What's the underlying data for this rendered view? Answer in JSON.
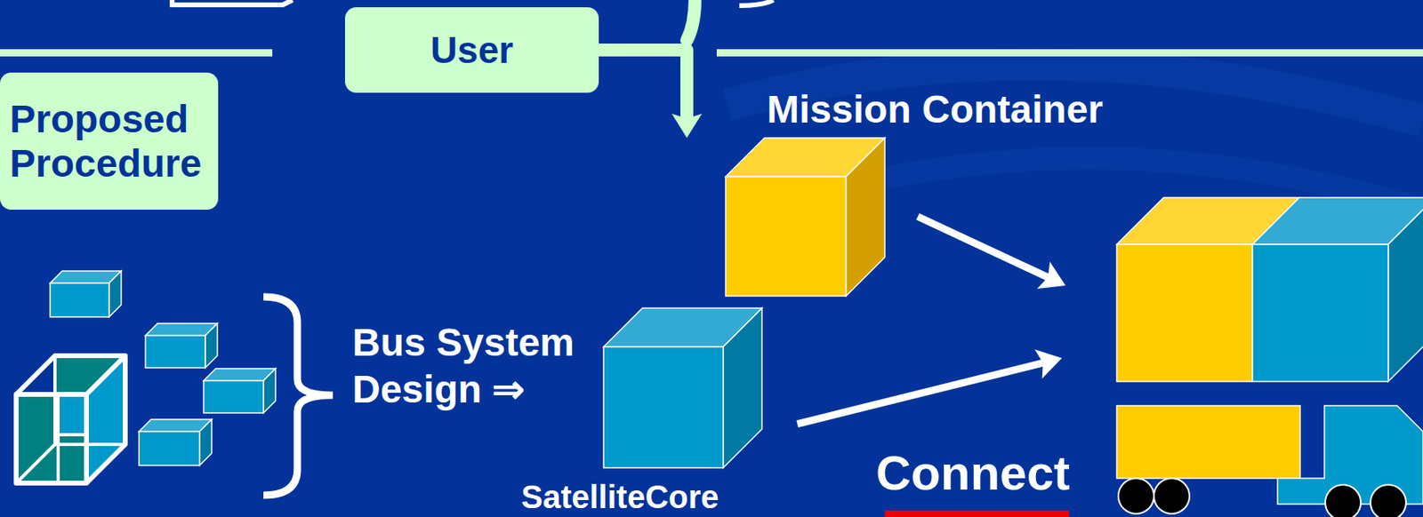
{
  "diagram": {
    "nodes": [
      {
        "text": [
          "User"
        ]
      },
      {
        "text": [
          "Proposed Procedure"
        ]
      },
      {
        "text": [
          "Mission Container"
        ]
      },
      {
        "text": [
          "SatelliteCore"
        ]
      },
      {
        "text": [
          "Connect"
        ]
      }
    ],
    "edges": [
      {
        "from": 0,
        "to": 2,
        "arrow": "to"
      },
      {
        "from": 2,
        "to": 4,
        "arrow": "to"
      },
      {
        "from": 3,
        "to": 4,
        "arrow": "to"
      }
    ],
    "labels": [
      "Bus System Design ⇒"
    ]
  }
}
